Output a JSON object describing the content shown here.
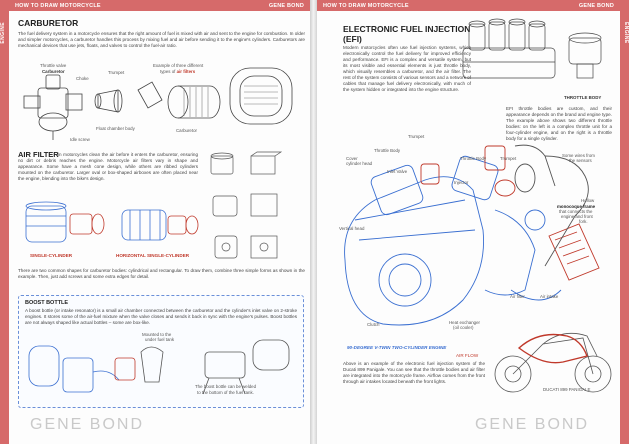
{
  "left": {
    "running_head_left": "HOW TO DRAW MOTORCYCLE",
    "running_head_right": "GENE BOND",
    "side_tab": "ENGINE",
    "carburetor": {
      "title": "CARBURETOR",
      "body": "The fuel delivery system in a motorcycle ensures that the right amount of fuel is mixed with air and sent to the engine for combustion. In older and simpler motorcycles, a carburetor handles this process by mixing fuel and air before sending it to the engine's cylinders. Carburetors are mechanical devices that use jets, floats, and valves to control the fuel-air ratio.",
      "labels": {
        "throttle_valve": "Throttle valve",
        "carburetor_top": "Carburetor",
        "choke": "Choke",
        "trumpet": "Trumpet",
        "example": "Example of three different",
        "types_of": "types of",
        "air_filters": "air filters",
        "float_chamber": "Float chamber body",
        "idle_screw": "Idle screw",
        "carburetor_bottom": "Carburetor"
      }
    },
    "air_filter": {
      "title": "AIR FILTER",
      "body": "in motorcycles clean the air before it enters the carburetor, ensuring no dirt or debris reaches the engine. Motorcycle air filters vary in shape and appearance. Some have a mesh cone design, while others are ribbed cylinders mounted on the carburetor. Larger oval or box-shaped airboxes are often placed near the engine, blending into the bike's design.",
      "single_cyl": "SINGLE-CYLINDER",
      "horizontal_single": "HORIZONTAL SINGLE-CYLINDER",
      "shapes_text": "There are two common shapes for carburetor bodies: cylindrical and rectangular. To draw them, combine three simple forms as shown in the example. Then, just add screws and some extra edges for detail."
    },
    "boost_bottle": {
      "title": "BOOST BOTTLE",
      "body": "A boost bottle (or intake resonator) is a small air chamber connected between the carburetor and the cylinder's inlet valve on 2-stroke engines. It stores some of the air-fuel mixture when the valve closes and sends it back in sync with the engine's pulses. Boost bottles are not always shaped like actual bottles – some are box-like.",
      "mounted": "Mounted to the",
      "fuel_tank": "under fuel tank",
      "weld_note_1": "The boost bottle can be welded",
      "weld_note_2": "to the bottom of the fuel tank."
    },
    "watermark": "GENE BOND"
  },
  "right": {
    "running_head_left": "HOW TO DRAW MOTORCYCLE",
    "running_head_right": "GENE BOND",
    "side_tab": "ENGINE",
    "efi": {
      "title_1": "ELECTRONIC FUEL INJECTION",
      "title_2": "(EFI)",
      "body": "Modern motorcycles often use fuel injection systems, which electronically control the fuel delivery for improved efficiency and performance. EFI is a complex and versatile system, but its most visible and essential elements is just throttle body, which visually resembles a carburetor, and the air filter. The rest of the system consists of various sensors and a network of cables that manage fuel delivery electronically, with much of the system hidden or integrated into the engine structure.",
      "throttle_body_caption": "THROTTLE BODY",
      "efi_text": "EFI throttle bodies are custom, and their appearance depends on the brand and engine type. The example above shows two different throttle bodies: on the left is a complex throttle unit for a four-cylinder engine, and on the right is a throttle body for a single cylinder."
    },
    "labels": {
      "trumpet_top": "Trumpet",
      "throttle_body_l": "Throttle Body",
      "cover": "Cover",
      "cylinder_head": "cylinder head",
      "inlet_valve": "Inlet Valve",
      "throttle_body_r": "Throttle Body",
      "injector": "Injector",
      "trumpet_r": "Trumpet",
      "some_wires_1": "Some wires from",
      "some_wires_2": "the sensors",
      "hollow": "Hollow",
      "monocoque": "monocoque frame",
      "connects_1": "that connects the",
      "connects_2": "engine and front",
      "connects_3": "fork.",
      "vertical_head": "Vertical head",
      "air_filter": "Air filter",
      "air_intake": "Air intake",
      "clutch": "Clutch",
      "heat_exchanger": "Heat exchanger",
      "oil_cooler": "(oil cooler)",
      "engine_caption": "90-DEGREE V-TWIN TWO-CYLINDER ENGINE",
      "air_flow": "AIR FLOW",
      "ducati": "DUCATI 899 PANIGALE"
    },
    "bottom_text": "Above is an example of the electronic fuel injection system of the Ducati 899 Panigale. You can see that the throttle bodies and air filter are integrated into the motorcycle frame. Airflow comes from the front through air intakes located beneath the front lights.",
    "watermark": "GENE BOND"
  },
  "colors": {
    "accent_red": "#d66a6a",
    "sketch_blue": "#3a6fd1",
    "sketch_red": "#c0392b"
  }
}
